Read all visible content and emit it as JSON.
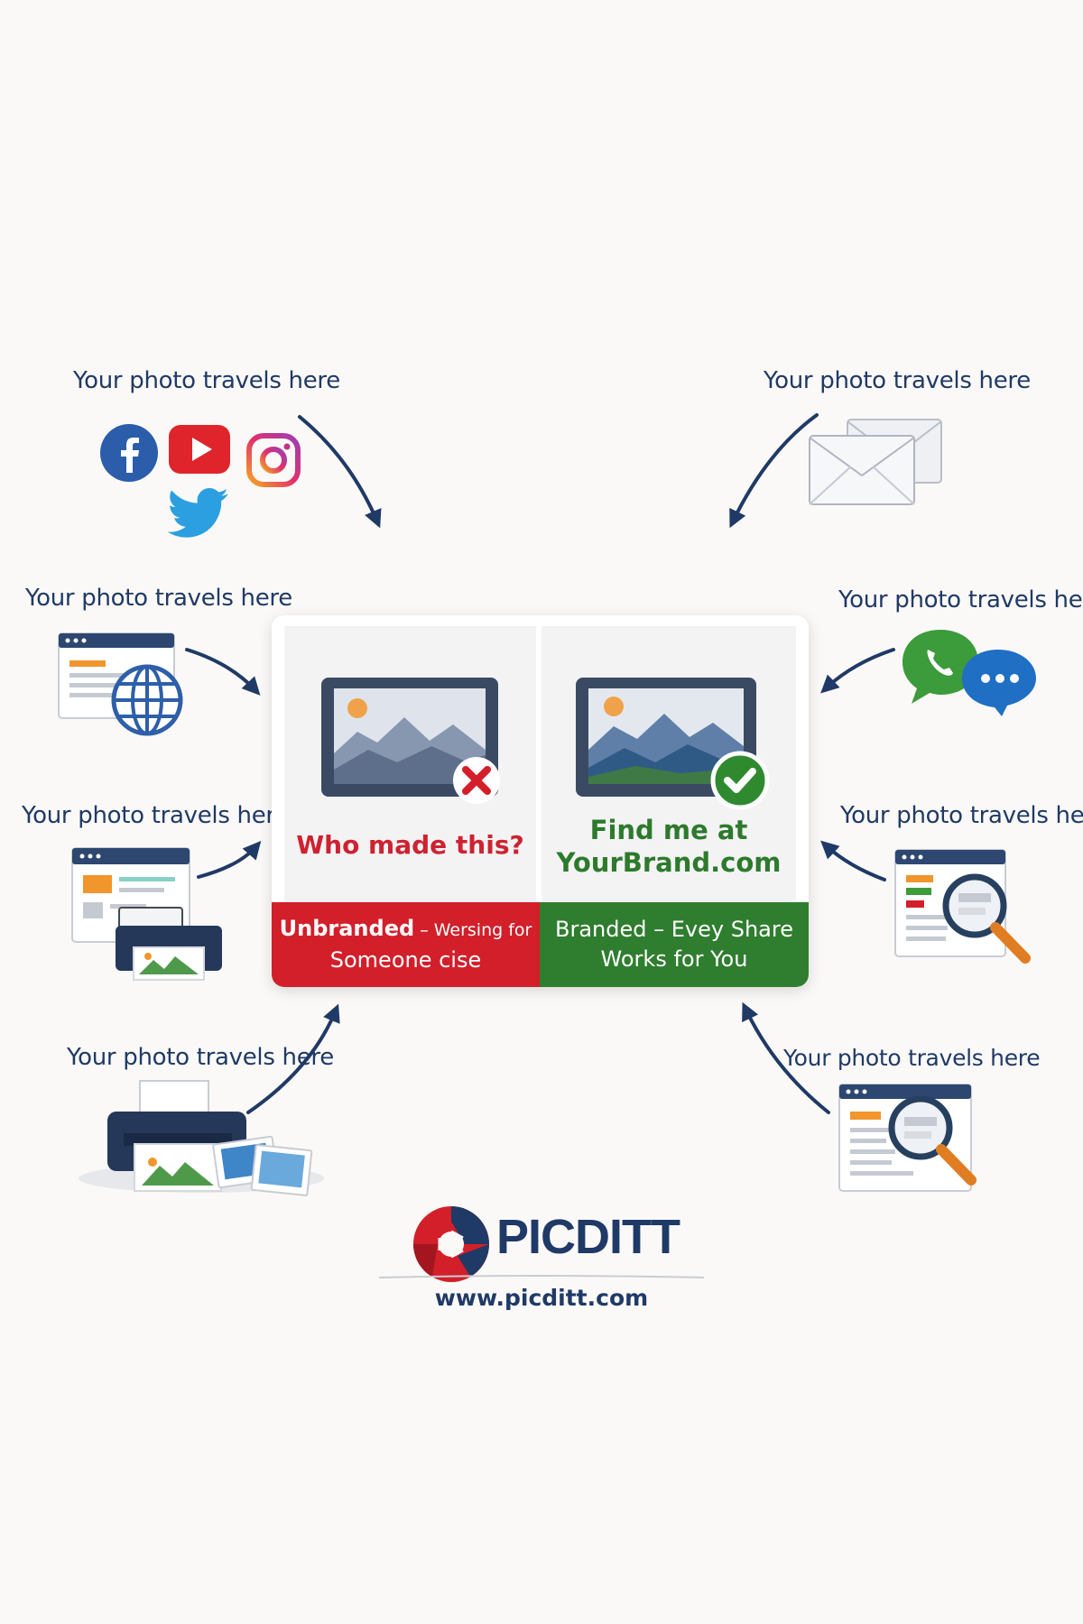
{
  "labels": {
    "top_left": "Your photo travels here",
    "top_right": "Your photo travels here",
    "mid_left": "Your photo travels here",
    "mid_right": "Your photo travels here",
    "low_left": "Your photo travels here",
    "low_right": "Your photo travels here",
    "bottom_left": "Your photo travels here",
    "bottom_right": "Your photo travels here"
  },
  "comparison": {
    "unbranded_caption": "Who made this?",
    "branded_caption_line1": "Find me at",
    "branded_caption_line2": "YourBrand.com",
    "unbranded_band_bold": "Unbranded",
    "unbranded_band_small": " – Wersing for",
    "unbranded_band_line2": "Someone cise",
    "branded_band_line1": "Branded – Evey Share",
    "branded_band_line2": "Works for You"
  },
  "logo": {
    "name": "PICDITT",
    "url": "www.picditt.com"
  },
  "icons": [
    "facebook-icon",
    "youtube-icon",
    "instagram-icon",
    "twitter-icon",
    "email-icon",
    "web-globe-icon",
    "chat-icon",
    "print-icon",
    "search-page-icon",
    "printer-photos-icon",
    "search-page-icon-2"
  ],
  "colors": {
    "navy": "#1f3a66",
    "red": "#d21f2a",
    "green": "#2f7d2f",
    "background": "#fbf9f7"
  }
}
